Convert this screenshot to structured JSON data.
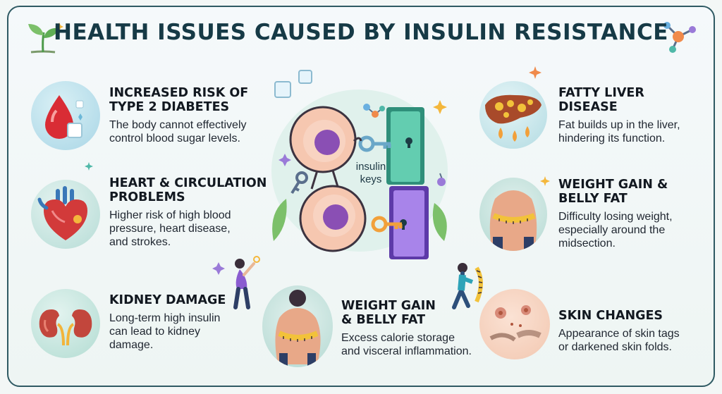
{
  "title": "HEALTH ISSUES CAUSED BY INSULIN RESISTANCE",
  "center": {
    "label": "insulin\nkeys"
  },
  "items": [
    {
      "id": "diabetes",
      "heading": "INCREASED RISK OF\nTYPE 2 DIABETES",
      "text": "The body cannot effectively\ncontrol blood sugar levels.",
      "icon": "blood-drop-sugar-cube-icon"
    },
    {
      "id": "heart",
      "heading": "HEART & CIRCULATION\nPROBLEMS",
      "text": "Higher risk of high blood\npressure, heart disease,\nand strokes.",
      "icon": "heart-icon"
    },
    {
      "id": "kidney",
      "heading": "KIDNEY DAMAGE",
      "text": "Long-term high insulin\ncan lead to kidney\ndamage.",
      "icon": "kidneys-icon"
    },
    {
      "id": "weight-center",
      "heading": "WEIGHT GAIN\n& BELLY FAT",
      "text": "Excess calorie storage\nand visceral inflammation.",
      "icon": "tape-measure-waist-icon"
    },
    {
      "id": "liver",
      "heading": "FATTY LIVER\nDISEASE",
      "text": "Fat builds up in the liver,\nhindering its function.",
      "icon": "liver-icon"
    },
    {
      "id": "weight-right",
      "heading": "WEIGHT GAIN &\nBELLY FAT",
      "text": "Difficulty losing weight,\nespecially around the\nmidsection.",
      "icon": "belly-measure-icon"
    },
    {
      "id": "skin",
      "heading": "SKIN CHANGES",
      "text": "Appearance of skin tags\nor darkened skin folds.",
      "icon": "skin-patch-icon"
    }
  ],
  "colors": {
    "title": "#163a46",
    "frame": "#2f5a63",
    "door_green": "#3cb89b",
    "door_purple": "#8b5cd6",
    "key": "#f2a03a",
    "cell": "#f6c7b0"
  }
}
